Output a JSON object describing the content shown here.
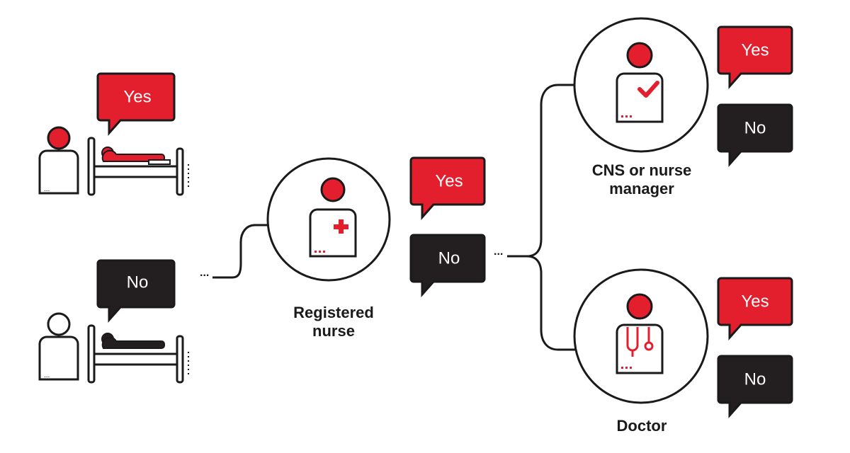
{
  "colors": {
    "accent": "#e31e2d",
    "dark": "#231f20",
    "line": "#1a1a1a",
    "background": "#ffffff"
  },
  "patients": [
    {
      "id": "patient-yes",
      "answer": "Yes",
      "style": "red"
    },
    {
      "id": "patient-no",
      "answer": "No",
      "style": "dark"
    }
  ],
  "roles": [
    {
      "id": "registered-nurse",
      "label_line1": "Registered",
      "label_line2": "nurse",
      "badge_icon": "red-cross-icon",
      "answers": [
        {
          "text": "Yes",
          "style": "red"
        },
        {
          "text": "No",
          "style": "dark"
        }
      ]
    },
    {
      "id": "cns-nurse-manager",
      "label_line1": "CNS or nurse",
      "label_line2": "manager",
      "badge_icon": "checkmark-icon",
      "answers": [
        {
          "text": "Yes",
          "style": "red"
        },
        {
          "text": "No",
          "style": "dark"
        }
      ]
    },
    {
      "id": "doctor",
      "label_line1": "Doctor",
      "label_line2": "",
      "badge_icon": "stethoscope-icon",
      "answers": [
        {
          "text": "Yes",
          "style": "red"
        },
        {
          "text": "No",
          "style": "dark"
        }
      ]
    }
  ],
  "connectors": {
    "ellipsis": "..."
  }
}
